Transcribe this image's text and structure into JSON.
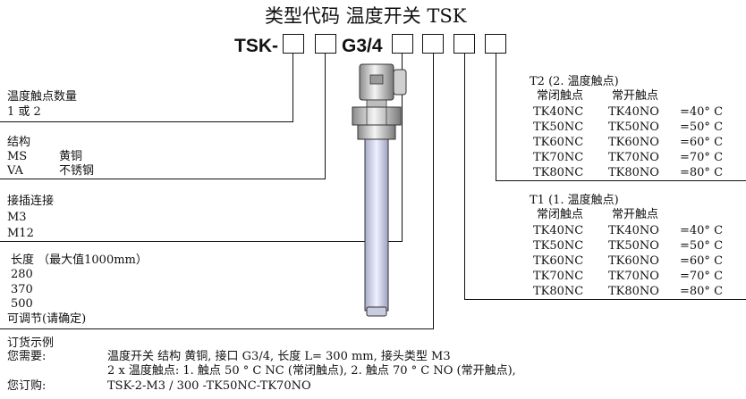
{
  "title": "类型代码 温度开关 TSK",
  "code": {
    "prefix": "TSK-",
    "mid": "G3/4"
  },
  "left": {
    "contacts_count": {
      "label": "温度触点数量",
      "value": "1 或 2"
    },
    "structure": {
      "label": "结构",
      "rows": [
        {
          "code": "MS",
          "desc": "黄铜"
        },
        {
          "code": "VA",
          "desc": "不锈钢"
        }
      ]
    },
    "connector": {
      "label": "接插连接",
      "rows": [
        "M3",
        "M12"
      ]
    },
    "length": {
      "label": "长度 （最大值1000mm）",
      "rows": [
        "280",
        "370",
        "500",
        "可调节(请确定)"
      ]
    }
  },
  "t2": {
    "title": "T2 (2. 温度触点)",
    "headers": [
      "常闭触点",
      "常开触点"
    ],
    "rows": [
      {
        "nc": "TK40NC",
        "no": "TK40NO",
        "temp": "=40° C"
      },
      {
        "nc": "TK50NC",
        "no": "TK50NO",
        "temp": "=50° C"
      },
      {
        "nc": "TK60NC",
        "no": "TK60NO",
        "temp": "=60° C"
      },
      {
        "nc": "TK70NC",
        "no": "TK70NO",
        "temp": "=70° C"
      },
      {
        "nc": "TK80NC",
        "no": "TK80NO",
        "temp": "=80° C"
      }
    ]
  },
  "t1": {
    "title": "T1 (1. 温度触点)",
    "headers": [
      "常闭触点",
      "常开触点"
    ],
    "rows": [
      {
        "nc": "TK40NC",
        "no": "TK40NO",
        "temp": "=40° C"
      },
      {
        "nc": "TK50NC",
        "no": "TK50NO",
        "temp": "=50° C"
      },
      {
        "nc": "TK60NC",
        "no": "TK60NO",
        "temp": "=60° C"
      },
      {
        "nc": "TK70NC",
        "no": "TK70NO",
        "temp": "=70° C"
      },
      {
        "nc": "TK80NC",
        "no": "TK80NO",
        "temp": "=80° C"
      }
    ]
  },
  "order": {
    "title": "订货示例",
    "need_label": "您需要:",
    "need_line1": "温度开关 结构 黄铜, 接口 G3/4, 长度  L= 300 mm, 接头类型 M3",
    "need_line2": "2 x 温度触点: 1. 触点 50 ° C NC (常闭触点), 2. 触点 70 ° C NO (常开触点),",
    "order_label": "您订购:",
    "order_value": "TSK-2-M3 / 300 -TK50NC-TK70NO"
  }
}
